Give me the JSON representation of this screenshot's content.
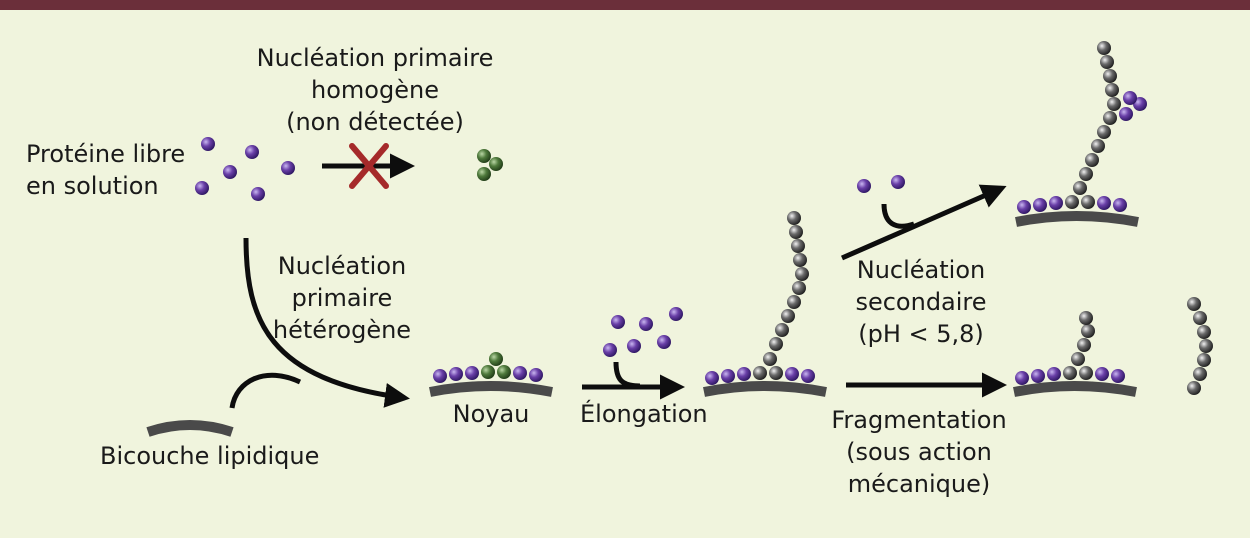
{
  "labels": {
    "free_protein": [
      "Protéine libre",
      "en solution"
    ],
    "homogeneous": [
      "Nucléation primaire",
      "homogène",
      "(non détectée)"
    ],
    "heterogeneous": [
      "Nucléation",
      "primaire",
      "hétérogène"
    ],
    "bilayer": "Bicouche lipidique",
    "nucleus": "Noyau",
    "elongation": "Élongation",
    "secondary": [
      "Nucléation",
      "secondaire",
      "(pH < 5,8)"
    ],
    "fragmentation": [
      "Fragmentation",
      "(sous action",
      "mécanique)"
    ]
  },
  "colors": {
    "background": "#f0f4dd",
    "header_bar": "#6b2f3a",
    "monomer": "#6a40a8",
    "nucleus_seed": "#4f7a3c",
    "fibril": "#6a6a6a",
    "membrane": "#4a4a4a",
    "arrow": "#0d0d0d",
    "cross": "#a52a2a"
  }
}
